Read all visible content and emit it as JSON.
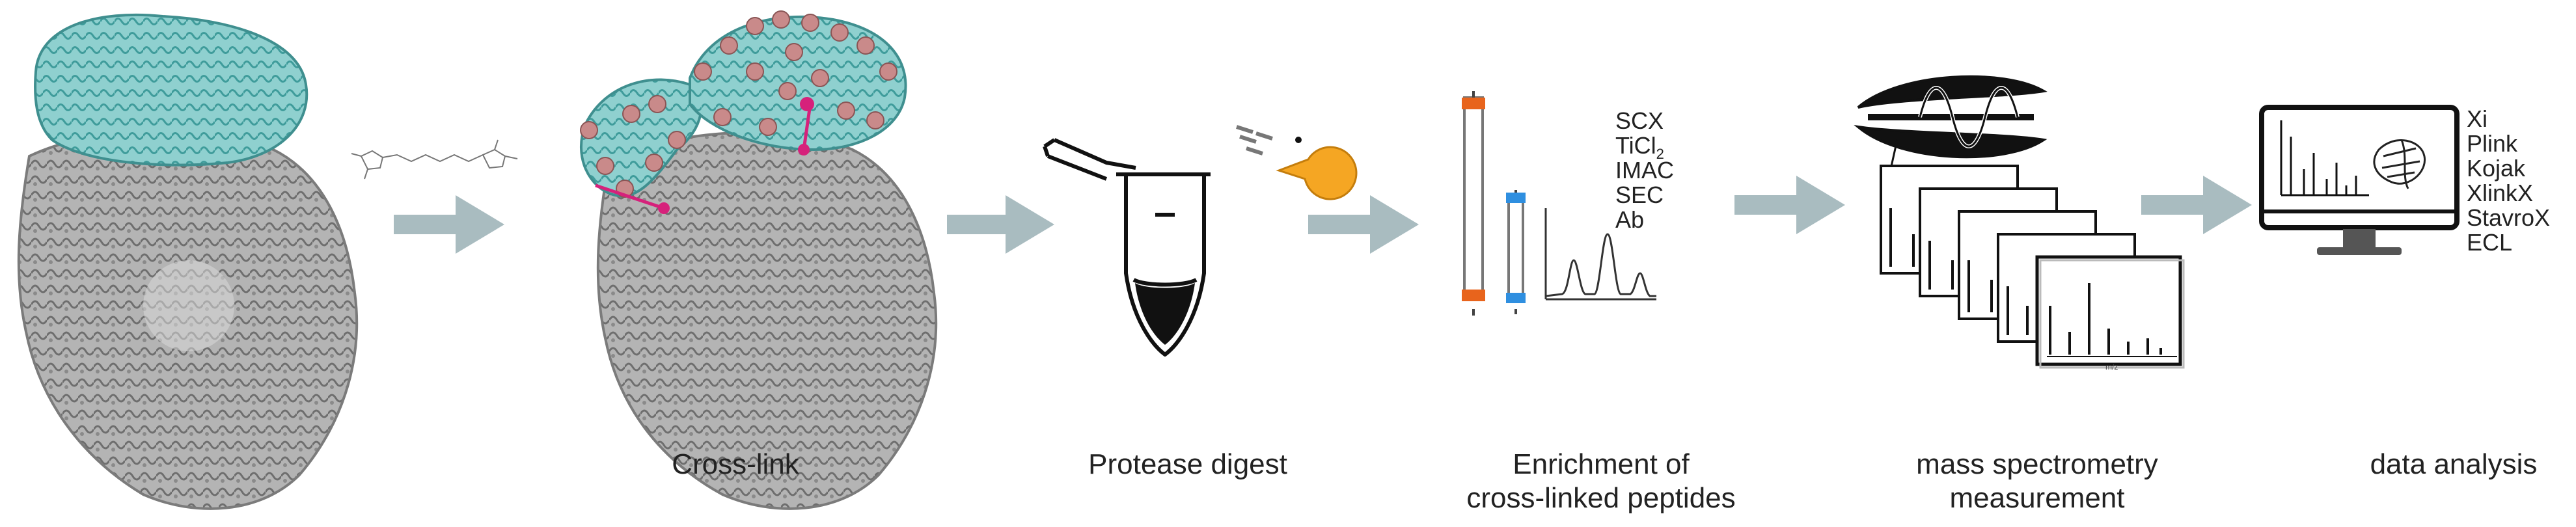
{
  "steps": [
    {
      "label": "Cross-link"
    },
    {
      "label": "Protease digest"
    },
    {
      "label_line1": "Enrichment of",
      "label_line2": "cross-linked peptides"
    },
    {
      "label_line1": "mass spectrometry",
      "label_line2": "measurement"
    },
    {
      "label": "data analysis"
    }
  ],
  "enrichment_methods": [
    "SCX",
    "TiCl",
    "IMAC",
    "SEC",
    "Ab"
  ],
  "ticl_subscript": "2",
  "software": [
    "Xi",
    "Plink",
    "Kojak",
    "XlinkX",
    "StavroX",
    "ECL"
  ],
  "spectrum_axis_label": "m/z",
  "colors": {
    "arrow": "#a9bcc0",
    "protein_gray": "#9a9a9a",
    "protein_teal": "#6fbdbd",
    "crosslink_magenta": "#d6217b",
    "crosslink_beads": "#c98a8a",
    "protease_orange": "#f5a623",
    "column_orange": "#e8641c",
    "column_blue": "#2f8fe0"
  }
}
